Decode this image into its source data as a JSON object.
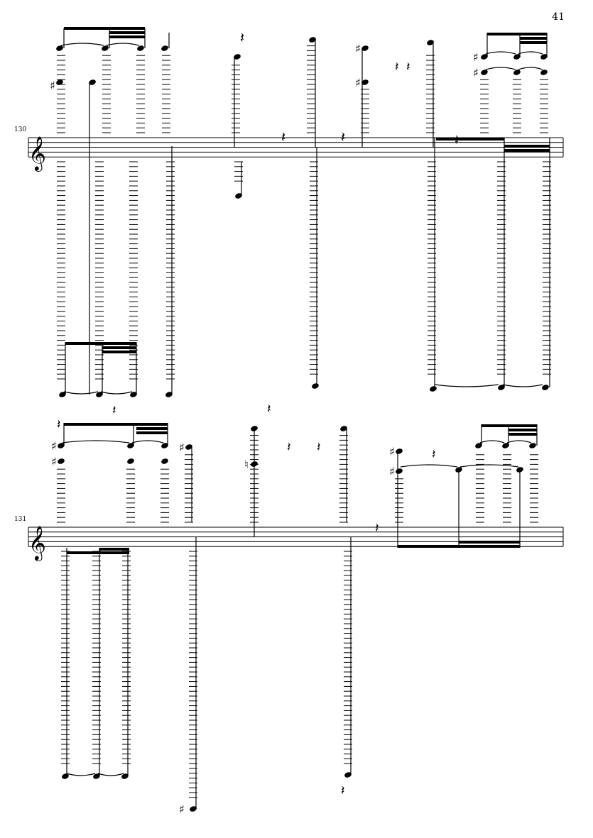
{
  "page": {
    "number": "41"
  },
  "systems": [
    {
      "measure_number": "130",
      "clef": "treble"
    },
    {
      "measure_number": "131",
      "clef": "treble"
    }
  ],
  "colors": {
    "ink": "#000000",
    "paper": "#ffffff"
  },
  "glyphs": {
    "treble_clef": "𝄞",
    "sharp": "♯",
    "natural": "♮",
    "quarter_rest": "𝄽"
  }
}
